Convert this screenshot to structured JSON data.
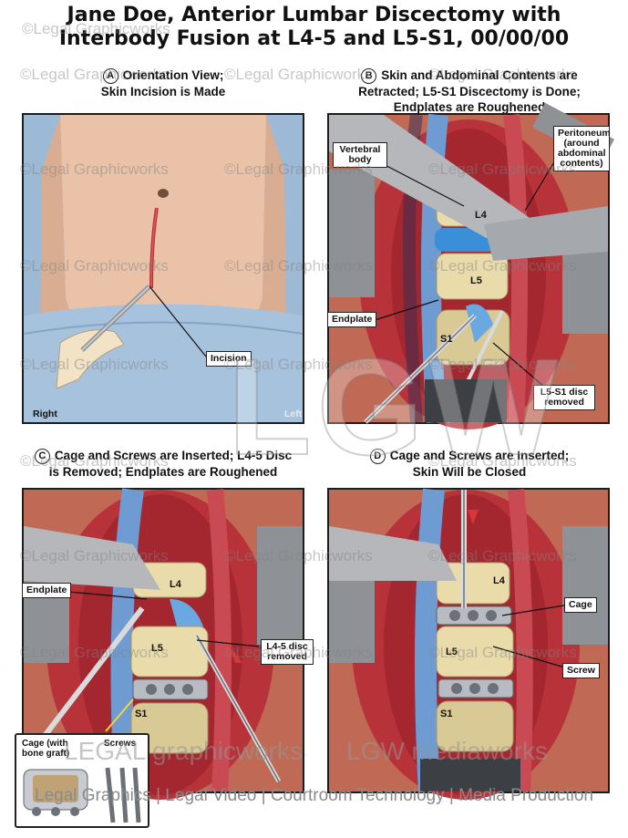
{
  "title": {
    "line1": "Jane Doe, Anterior Lumbar Discectomy with",
    "line2": "Interbody Fusion at L4-5 and L5-S1, 00/00/00"
  },
  "watermark": "©Legal Graphicworks",
  "panels": {
    "a": {
      "badge": "A",
      "caption1": "Orientation View;",
      "caption2": "Skin Incision is Made",
      "incision": "Incision",
      "right": "Right",
      "left": "Left"
    },
    "b": {
      "badge": "B",
      "caption1": "Skin and Abdominal Contents are",
      "caption2": "Retracted; L5-S1 Discectomy is Done;",
      "caption3": "Endplates are Roughened",
      "vertebral_body": "Vertebral body",
      "peritoneum": "Peritoneum (around abdominal contents)",
      "endplate": "Endplate",
      "disc_removed": "L5-S1 disc removed",
      "l4": "L4",
      "l5": "L5",
      "s1": "S1"
    },
    "c": {
      "badge": "C",
      "caption1": "Cage and Screws are Inserted; L4-5 Disc",
      "caption2": "is Removed; Endplates are Roughened",
      "endplate": "Endplate",
      "disc_removed": "L4-5 disc removed",
      "l4": "L4",
      "l5": "L5",
      "s1": "S1",
      "inset_cage": "Cage (with bone graft)",
      "inset_screws": "Screws"
    },
    "d": {
      "badge": "D",
      "caption1": "Cage and Screws are Inserted;",
      "caption2": "Skin Will be Closed",
      "cage": "Cage",
      "screw": "Screw",
      "l4": "L4",
      "l5": "L5",
      "s1": "S1"
    }
  },
  "footer": {
    "logo_left": "LEGAL graphicworks",
    "logo_right": "LGW mediaworks",
    "tagline": "Legal Graphics | Legal Video | Courtroom Technology | Media Production"
  },
  "colors": {
    "skin": "#e9c2a8",
    "drape": "#9cb9d6",
    "tissue_red": "#b8323a",
    "bone": "#eadcaa",
    "disc_blue": "#3a8fd8",
    "retractor_gray": "#8e9195"
  }
}
